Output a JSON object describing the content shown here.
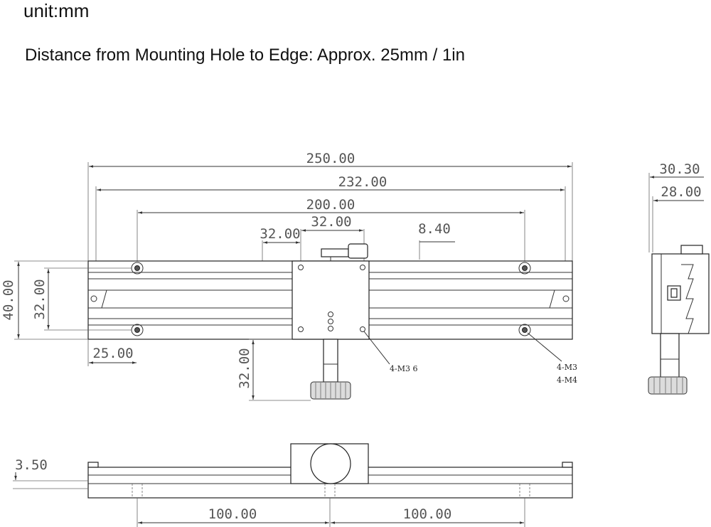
{
  "header": {
    "unit": "unit:mm",
    "note": "Distance from Mounting Hole to Edge: Approx. 25mm / 1in"
  },
  "top_view": {
    "dim_overall_length": "250.00",
    "dim_rail_length": "232.00",
    "dim_hole_spacing": "200.00",
    "dim_carriage_offset": "32.00",
    "dim_carriage_width": "32.00",
    "dim_knob_offset": "8.40",
    "dim_height": "40.00",
    "dim_inner_height": "32.00",
    "dim_edge_to_hole": "25.00",
    "dim_knob_extension": "32.00",
    "callout_carriage_holes": "4-M3  6",
    "callout_rail_holes_a": "4-M3",
    "callout_rail_holes_b": "4-M4"
  },
  "side_view": {
    "dim_total_width": "30.30",
    "dim_body_width": "28.00"
  },
  "front_view": {
    "dim_thickness": "3.50",
    "dim_left_spacing": "100.00",
    "dim_right_spacing": "100.00"
  }
}
